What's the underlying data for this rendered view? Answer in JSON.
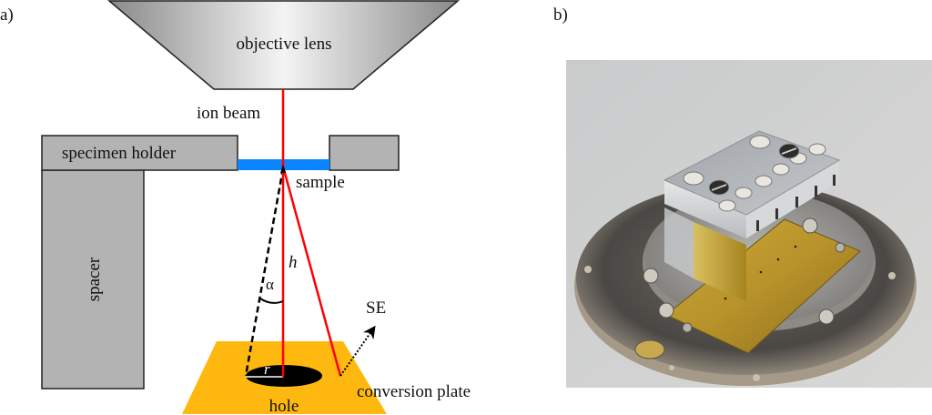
{
  "panels": {
    "a": {
      "label": "a)",
      "components": {
        "objective_lens": "objective lens",
        "ion_beam": "ion beam",
        "specimen_holder": "specimen holder",
        "sample": "sample",
        "spacer": "spacer",
        "hole": "hole",
        "conversion_plate": "conversion plate",
        "secondary_electrons": "SE",
        "height_symbol": "h",
        "angle_symbol": "α",
        "radius_symbol": "r"
      },
      "colors": {
        "beam": "#ff0000",
        "sample": "#0a84ff",
        "holder": "#b3b3b3",
        "plate": "#ffb80f",
        "hole": "#000000"
      }
    },
    "b": {
      "label": "b)",
      "photo_description": "Photograph of specimen holder assembly on circular metal stage with gold conversion plate"
    }
  }
}
